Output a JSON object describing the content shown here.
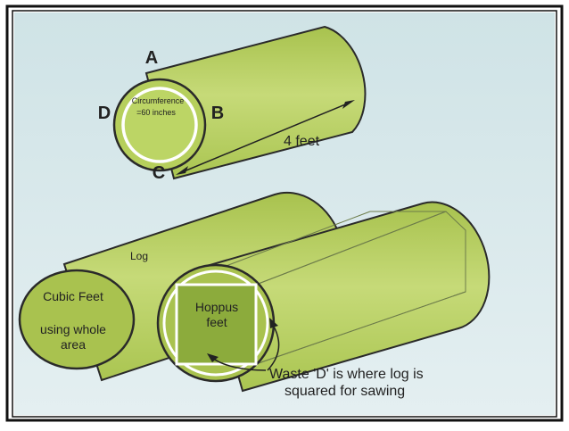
{
  "colors": {
    "outer_background": "#ffffff",
    "frame": "#111111",
    "panel_background": "#d9eaec",
    "log_fill": "#b8cf62",
    "log_face": "#a9c24f",
    "log_outline": "#2a2a2a",
    "square_fill": "#8cab3c",
    "text": "#222222"
  },
  "cylinder_diagram": {
    "label_a": "A",
    "label_b": "B",
    "label_c": "C",
    "label_d": "D",
    "circumference_line1": "Circumference",
    "circumference_line2": "=60 inches",
    "length_label": "4 feet"
  },
  "logs_diagram": {
    "log_label": "Log",
    "cubic_line1": "Cubic Feet",
    "cubic_line2": "using whole",
    "cubic_line3": "area",
    "hoppus_line1": "Hoppus",
    "hoppus_line2": "feet",
    "waste_line1": "Waste 'D' is where log is",
    "waste_line2": "squared for sawing"
  }
}
